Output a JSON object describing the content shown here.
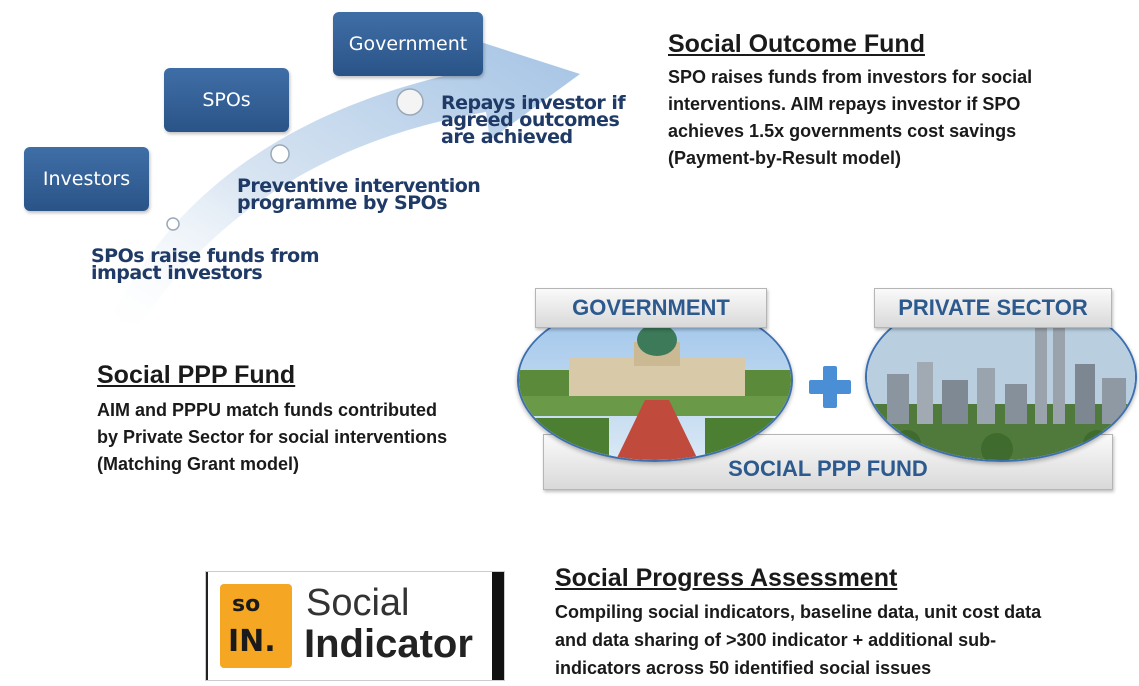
{
  "pathway": {
    "steps": [
      {
        "label": "Investors"
      },
      {
        "label": "SPOs"
      },
      {
        "label": "Government"
      }
    ],
    "stages": [
      {
        "text_line1": "SPOs raise funds from",
        "text_line2": "impact investors"
      },
      {
        "text_line1": "Preventive intervention",
        "text_line2": "programme by SPOs"
      },
      {
        "text_line1": "Repays investor if",
        "text_line2": "agreed outcomes",
        "text_line3": "are achieved"
      }
    ]
  },
  "social_outcome_fund": {
    "title": "Social Outcome Fund",
    "lines": [
      "SPO raises funds from investors for social",
      "interventions. AIM repays investor if SPO",
      "achieves 1.5x governments cost savings",
      "(Payment-by-Result model)"
    ]
  },
  "social_ppp_fund": {
    "title": "Social PPP Fund",
    "lines": [
      "AIM and PPPU match funds contributed",
      "by Private Sector for social interventions",
      "(Matching Grant model)"
    ],
    "graphic": {
      "left_banner": "GOVERNMENT",
      "right_banner": "PRIVATE SECTOR",
      "bottom_banner": "SOCIAL PPP FUND",
      "plus_color": "#4a8fd6"
    }
  },
  "social_progress": {
    "title": "Social Progress Assessment",
    "lines": [
      "Compiling social indicators, baseline data, unit cost data",
      "and data sharing of >300 indicator + additional sub-",
      "indicators across 50 identified social issues"
    ],
    "logo": {
      "badge_top": "SO",
      "badge_bottom": "IN.",
      "word1": "Social",
      "word2": "Indicator",
      "badge_color": "#f5a623"
    }
  },
  "colors": {
    "box_blue": "#2f5d94",
    "stage_text": "#1f3a66",
    "banner_text": "#2d5a8e"
  }
}
